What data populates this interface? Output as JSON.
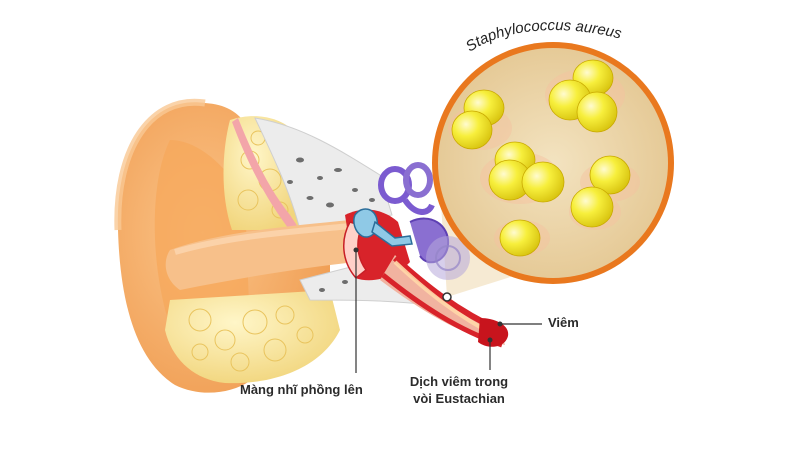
{
  "magnifier": {
    "title": "Staphylococcus aureus"
  },
  "labels": {
    "inflammation": "Viêm",
    "eardrum": "Màng nhĩ phồng lên",
    "fluid_line1": "Dịch viêm trong",
    "fluid_line2": "vòi Eustachian"
  },
  "colors": {
    "skin": "#f6b46e",
    "skin_dark": "#eb8a3c",
    "skin_light": "#fbe0bc",
    "bone": "#eeeeee",
    "fat": "#f8e29a",
    "cochlea": "#8a6fd1",
    "canal_red": "#d8232a",
    "magnifier_rim": "#e9781e",
    "magnifier_fill": "#efd9ae",
    "bacteria": "#f4ea2a",
    "leader_line": "#333333"
  },
  "icons": [
    "ear-anatomy-illustration",
    "bacteria-cluster"
  ]
}
